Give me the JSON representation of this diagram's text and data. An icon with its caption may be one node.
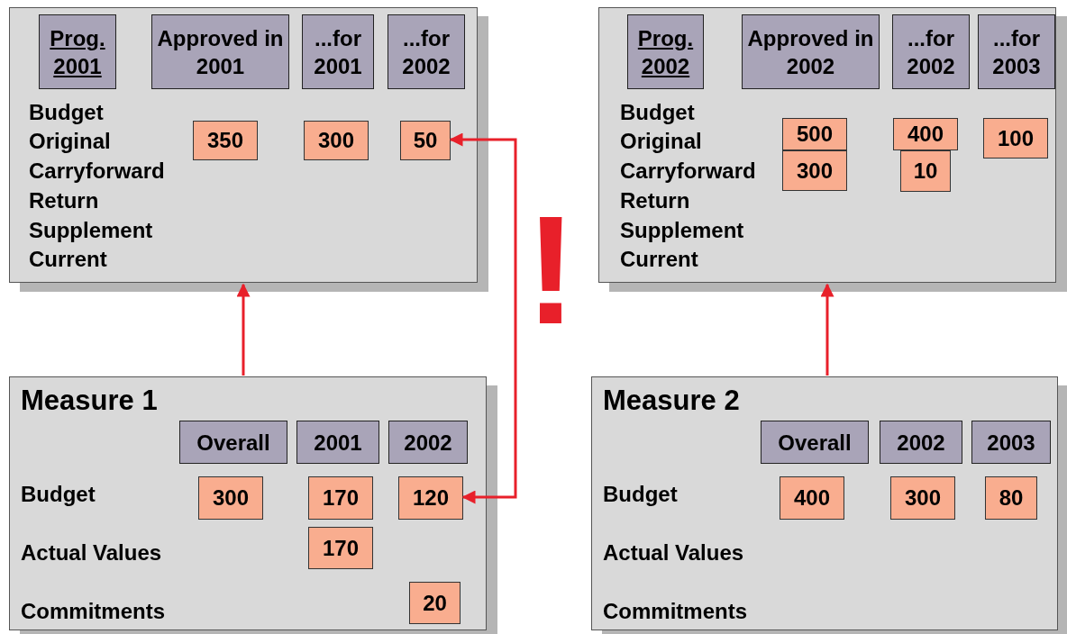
{
  "diagram": {
    "nodes": [
      {
        "text": [
          "Budget",
          "Original",
          "Carryforward",
          "Return",
          "Supplement",
          "Current"
        ]
      },
      {
        "text": [
          "Prog. 2001"
        ],
        "in": 0
      },
      {
        "text": [
          "Approved in 2001"
        ],
        "in": 0
      },
      {
        "text": [
          "...for 2001"
        ],
        "in": 0
      },
      {
        "text": [
          "...for 2002"
        ],
        "in": 0
      },
      {
        "text": [
          "350"
        ],
        "in": 0
      },
      {
        "text": [
          "300"
        ],
        "in": 0
      },
      {
        "text": [
          "50"
        ],
        "in": 0
      },
      {
        "text": [
          "Budget",
          "Original",
          "Carryforward",
          "Return",
          "Supplement",
          "Current"
        ]
      },
      {
        "text": [
          "Prog. 2002"
        ],
        "in": 8
      },
      {
        "text": [
          "Approved in 2002"
        ],
        "in": 8
      },
      {
        "text": [
          "...for 2002"
        ],
        "in": 8
      },
      {
        "text": [
          "...for 2003"
        ],
        "in": 8
      },
      {
        "text": [
          "500"
        ],
        "in": 8
      },
      {
        "text": [
          "400"
        ],
        "in": 8
      },
      {
        "text": [
          "100"
        ],
        "in": 8
      },
      {
        "text": [
          "300"
        ],
        "in": 8
      },
      {
        "text": [
          "10"
        ],
        "in": 8
      },
      {
        "text": [
          "Measure 1",
          "Budget",
          "Actual Values",
          "Commitments"
        ]
      },
      {
        "text": [
          "Overall"
        ],
        "in": 18
      },
      {
        "text": [
          "2001"
        ],
        "in": 18
      },
      {
        "text": [
          "2002"
        ],
        "in": 18
      },
      {
        "text": [
          "300"
        ],
        "in": 18
      },
      {
        "text": [
          "170"
        ],
        "in": 18
      },
      {
        "text": [
          "120"
        ],
        "in": 18
      },
      {
        "text": [
          "170"
        ],
        "in": 18
      },
      {
        "text": [
          "20"
        ],
        "in": 18
      },
      {
        "text": [
          "Measure 2",
          "Budget",
          "Actual Values",
          "Commitments"
        ]
      },
      {
        "text": [
          "Overall"
        ],
        "in": 27
      },
      {
        "text": [
          "2002"
        ],
        "in": 27
      },
      {
        "text": [
          "2003"
        ],
        "in": 27
      },
      {
        "text": [
          "400"
        ],
        "in": 27
      },
      {
        "text": [
          "300"
        ],
        "in": 27
      },
      {
        "text": [
          "80"
        ],
        "in": 27
      }
    ],
    "edges": [
      {
        "from": 18,
        "to": 0,
        "arrow": "to"
      },
      {
        "from": 27,
        "to": 8,
        "arrow": "to"
      },
      {
        "from": 24,
        "to": 7,
        "arrow": "both"
      }
    ],
    "labels": [
      "!"
    ]
  }
}
